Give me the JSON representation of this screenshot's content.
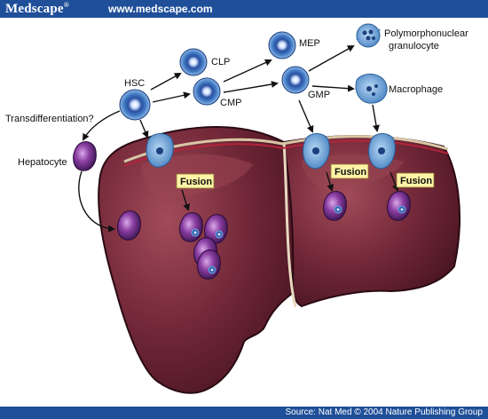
{
  "header": {
    "brand": "Medscape",
    "brand_mark": "®",
    "site": "www.medscape.com"
  },
  "footer": {
    "credit": "Source: Nat Med © 2004 Nature Publishing Group"
  },
  "labels": {
    "hsc": "HSC",
    "clp": "CLP",
    "cmp": "CMP",
    "mep": "MEP",
    "gmp": "GMP",
    "pmn_line1": "Polymorphonuclear",
    "pmn_line2": "granulocyte",
    "macrophage": "Macrophage",
    "transdiff": "Transdifferentiation?",
    "hepatocyte": "Hepatocyte",
    "fusion": "Fusion"
  },
  "colors": {
    "brand_bar": "#1f4f99",
    "liver": "#6e2634",
    "liver_highlight": "#9a4552",
    "stem_cell": "#3f78c2",
    "macrophage_cell": "#6aa3d6",
    "hepatocyte_cell": "#7a3f8f",
    "fusion_box": "#fff3a6"
  },
  "icons": [
    "stem-cell-icon",
    "macrophage-icon",
    "hepatocyte-icon",
    "liver-illustration"
  ]
}
